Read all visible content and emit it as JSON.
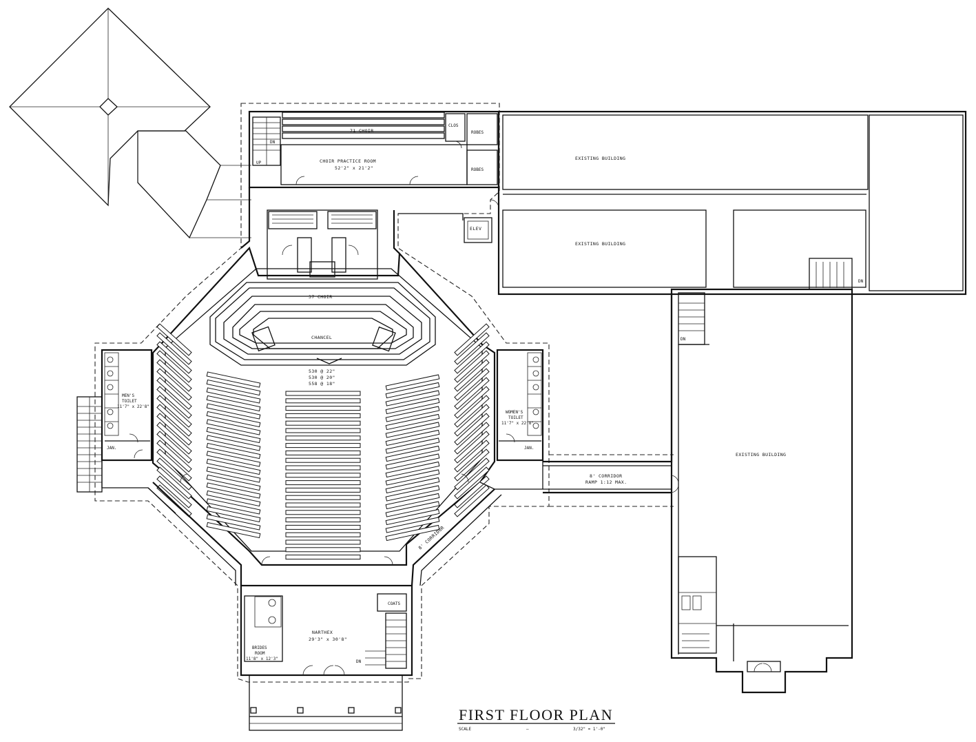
{
  "labels": {
    "choir_loft": "71 CHOIR",
    "clos": "CLOS",
    "robes1": "ROBES",
    "robes2": "ROBES",
    "choir_room": "CHOIR PRACTICE ROOM",
    "choir_room_dim": "52'2\" x 21'2\"",
    "existing1": "EXISTING BUILDING",
    "existing2": "EXISTING BUILDING",
    "existing3": "EXISTING BUILDING",
    "elev": "ELEV",
    "choir_front": "37 CHOIR",
    "chancel": "CHANCEL",
    "seats1": "530 @ 22\"",
    "seats2": "530 @ 20\"",
    "seats3": "558 @ 18\"",
    "mens_toilet": "MEN'S",
    "mens_toilet2": "TOILET",
    "mens_dim": "11'7\" x 22'8\"",
    "womens_toilet": "WOMEN'S",
    "womens_toilet2": "TOILET",
    "womens_dim": "11'7\" x 22'8\"",
    "jan1": "JAN.",
    "jan2": "JAN.",
    "corridor8": "8' CORRIDOR",
    "ramp": "RAMP 1:12 MAX.",
    "corridor_diag": "8' CORRIDOR",
    "narthex": "NARTHEX",
    "narthex_dim": "29'3\" x 30'8\"",
    "brides": "BRIDES",
    "brides2": "ROOM",
    "brides_dim": "11'8\" x 12'3\"",
    "coats": "COATS",
    "dn1": "DN",
    "dn2": "DN",
    "dn3": "DN",
    "up1": "UP",
    "dn_top": "DN"
  },
  "title": {
    "main": "FIRST FLOOR PLAN",
    "scale_label": "SCALE",
    "scale_dash": "—",
    "scale_value": "3/32\" = 1'-0\""
  }
}
